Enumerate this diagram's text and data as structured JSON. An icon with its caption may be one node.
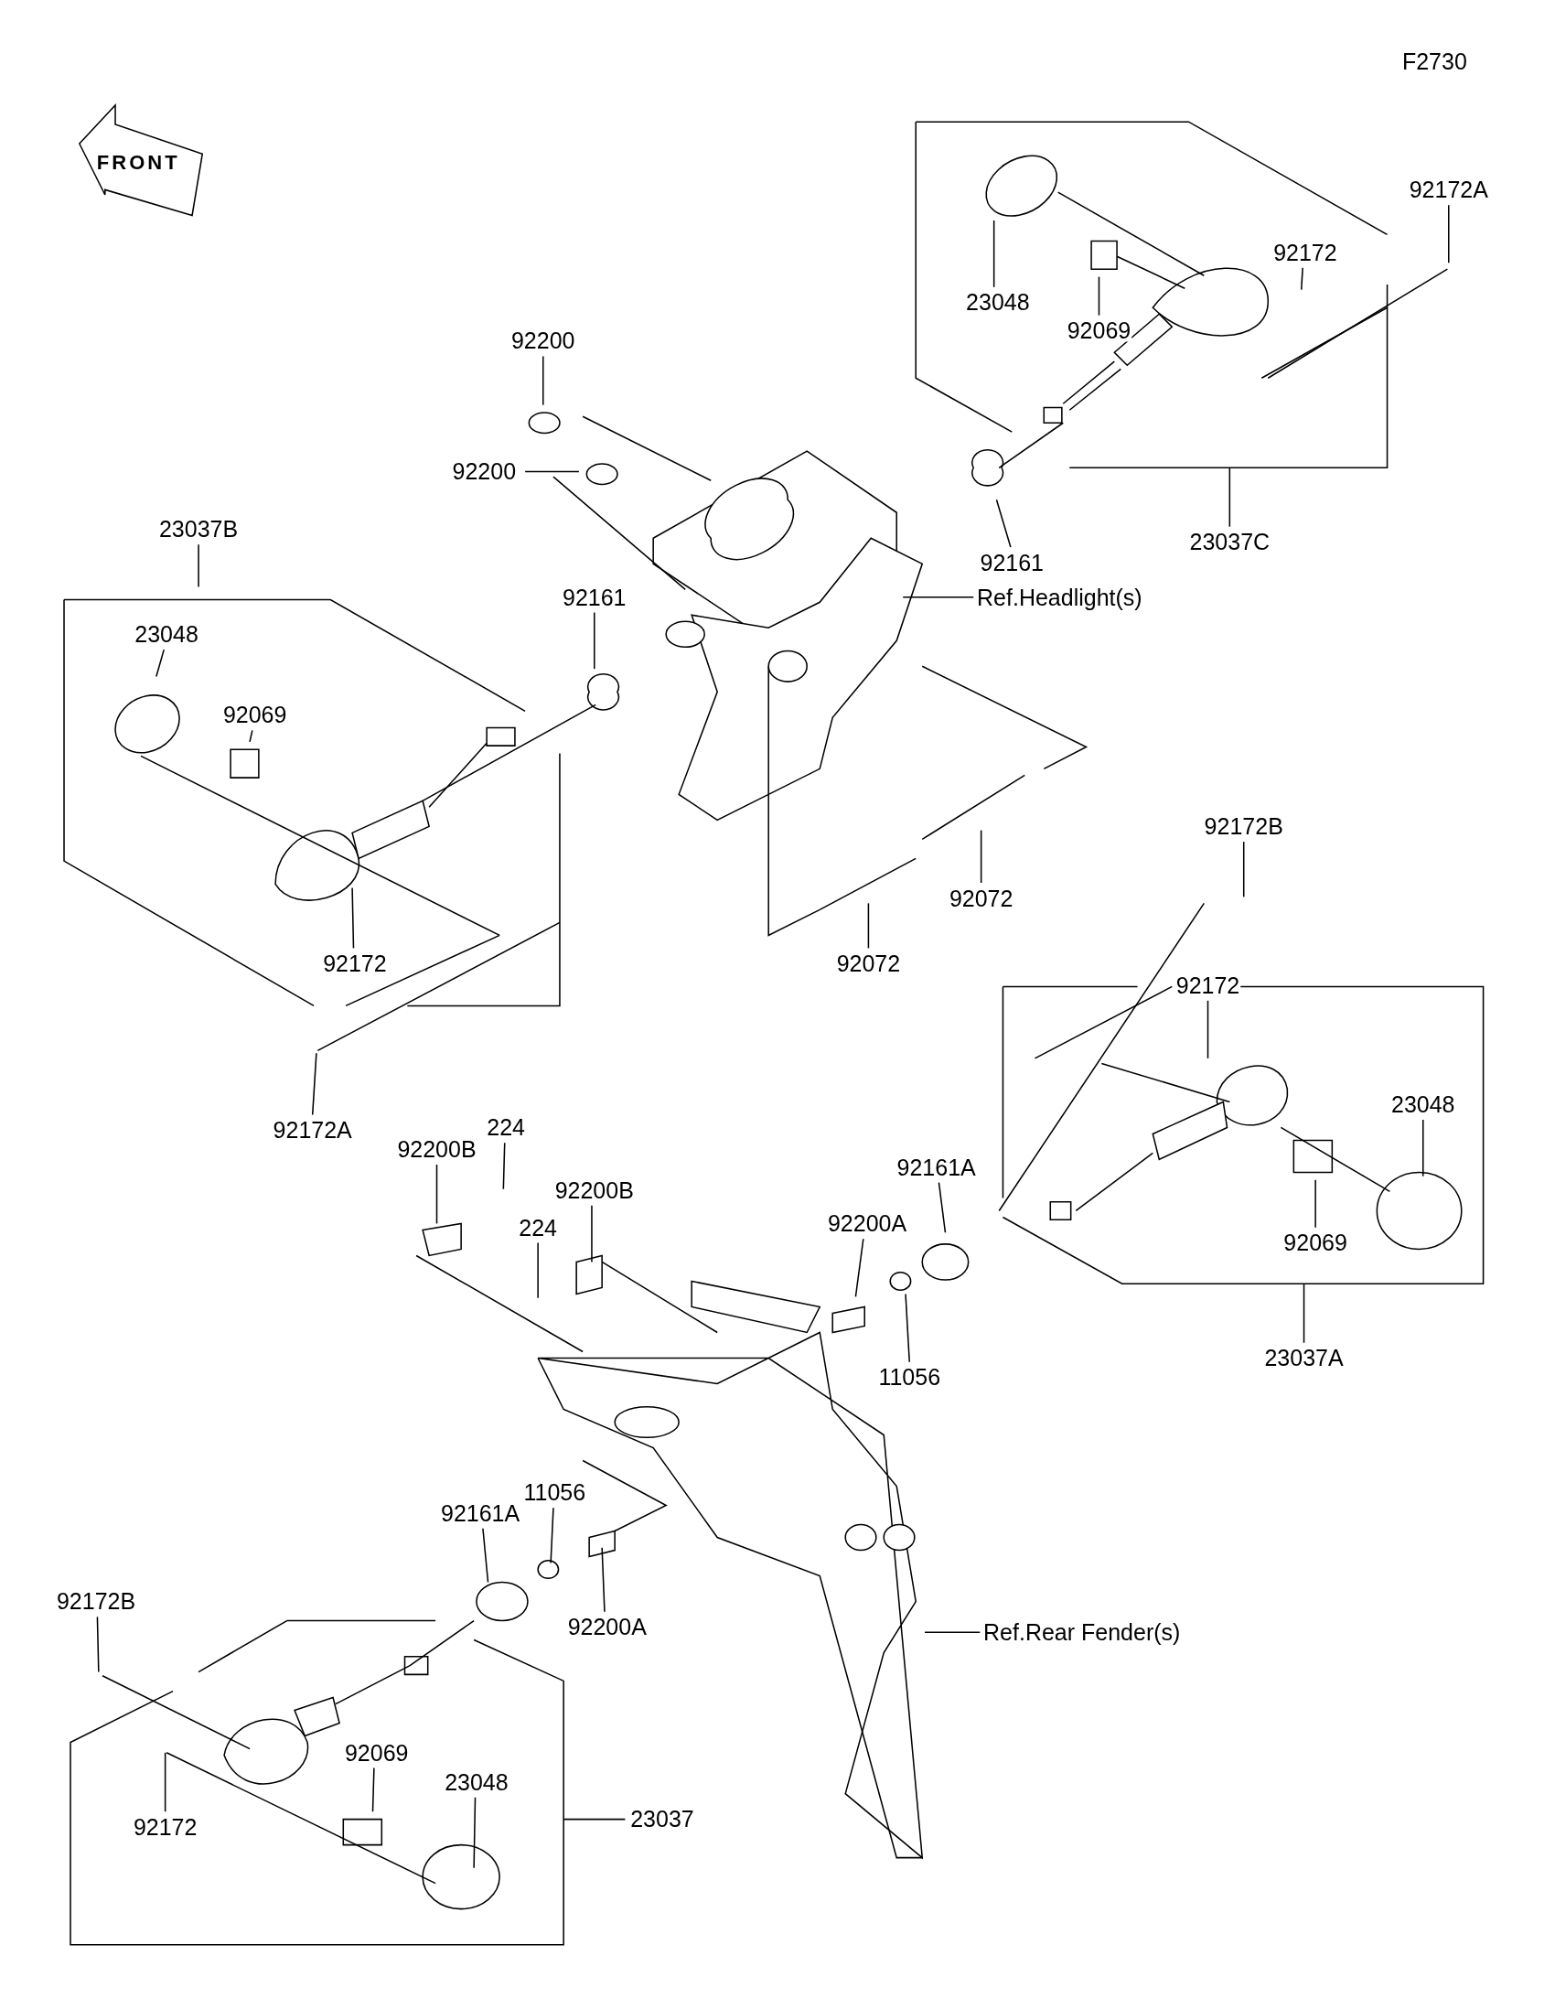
{
  "diagram": {
    "nodes": [
      {
        "text": [
          "23048"
        ]
      },
      {
        "text": [
          "92069"
        ]
      },
      {
        "text": [
          "92172"
        ]
      },
      {
        "text": [
          "92172A"
        ]
      },
      {
        "text": [
          "92200"
        ]
      },
      {
        "text": [
          "92200"
        ]
      },
      {
        "text": [
          "23037C"
        ]
      },
      {
        "text": [
          "92161"
        ]
      },
      {
        "text": [
          "Ref.Headlight(s)"
        ]
      },
      {
        "text": [
          "23037B"
        ]
      },
      {
        "text": [
          "23048"
        ]
      },
      {
        "text": [
          "92069"
        ]
      },
      {
        "text": [
          "92161"
        ]
      },
      {
        "text": [
          "92072"
        ]
      },
      {
        "text": [
          "92172"
        ]
      },
      {
        "text": [
          "92072"
        ]
      },
      {
        "text": [
          "92172B"
        ]
      },
      {
        "text": [
          "92172A"
        ]
      },
      {
        "text": [
          "92172"
        ]
      },
      {
        "text": [
          "23048"
        ]
      },
      {
        "text": [
          "92200B"
        ]
      },
      {
        "text": [
          "224"
        ]
      },
      {
        "text": [
          "92161A"
        ]
      },
      {
        "text": [
          "92200B"
        ]
      },
      {
        "text": [
          "224"
        ]
      },
      {
        "text": [
          "92200A"
        ]
      },
      {
        "text": [
          "92069"
        ]
      },
      {
        "text": [
          "11056"
        ]
      },
      {
        "text": [
          "23037A"
        ]
      },
      {
        "text": [
          "11056"
        ]
      },
      {
        "text": [
          "92161A"
        ]
      },
      {
        "text": [
          "92200A"
        ]
      },
      {
        "text": [
          "92172B"
        ]
      },
      {
        "text": [
          "Ref.Rear Fender(s)"
        ]
      },
      {
        "text": [
          "92069"
        ]
      },
      {
        "text": [
          "23048"
        ]
      },
      {
        "text": [
          "92172"
        ]
      },
      {
        "text": [
          "23037"
        ]
      }
    ],
    "edges": [
      {
        "from": 0,
        "to": null,
        "arrow": "none"
      },
      {
        "from": 1,
        "to": null,
        "arrow": "none"
      },
      {
        "from": 2,
        "to": null,
        "arrow": "none"
      },
      {
        "from": 3,
        "to": null,
        "arrow": "none"
      },
      {
        "from": 4,
        "to": null,
        "arrow": "none"
      },
      {
        "from": 5,
        "to": null,
        "arrow": "none"
      },
      {
        "from": 6,
        "to": null,
        "arrow": "none"
      },
      {
        "from": 7,
        "to": null,
        "arrow": "none"
      },
      {
        "from": 8,
        "to": null,
        "arrow": "none"
      },
      {
        "from": 9,
        "to": null,
        "arrow": "none"
      },
      {
        "from": 10,
        "to": null,
        "arrow": "none"
      },
      {
        "from": 11,
        "to": null,
        "arrow": "none"
      },
      {
        "from": 12,
        "to": null,
        "arrow": "none"
      },
      {
        "from": 13,
        "to": null,
        "arrow": "none"
      },
      {
        "from": 14,
        "to": null,
        "arrow": "none"
      },
      {
        "from": 15,
        "to": null,
        "arrow": "none"
      },
      {
        "from": 16,
        "to": null,
        "arrow": "none"
      },
      {
        "from": 17,
        "to": null,
        "arrow": "none"
      },
      {
        "from": 18,
        "to": null,
        "arrow": "none"
      },
      {
        "from": 19,
        "to": null,
        "arrow": "none"
      },
      {
        "from": 20,
        "to": null,
        "arrow": "none"
      },
      {
        "from": 21,
        "to": null,
        "arrow": "none"
      },
      {
        "from": 22,
        "to": null,
        "arrow": "none"
      },
      {
        "from": 23,
        "to": null,
        "arrow": "none"
      },
      {
        "from": 24,
        "to": null,
        "arrow": "none"
      },
      {
        "from": 25,
        "to": null,
        "arrow": "none"
      },
      {
        "from": 26,
        "to": null,
        "arrow": "none"
      },
      {
        "from": 27,
        "to": null,
        "arrow": "none"
      },
      {
        "from": 28,
        "to": null,
        "arrow": "none"
      },
      {
        "from": 29,
        "to": null,
        "arrow": "none"
      },
      {
        "from": 30,
        "to": null,
        "arrow": "none"
      },
      {
        "from": 31,
        "to": null,
        "arrow": "none"
      },
      {
        "from": 32,
        "to": null,
        "arrow": "none"
      },
      {
        "from": 33,
        "to": null,
        "arrow": "none"
      },
      {
        "from": 34,
        "to": null,
        "arrow": "none"
      },
      {
        "from": 35,
        "to": null,
        "arrow": "none"
      },
      {
        "from": 36,
        "to": null,
        "arrow": "none"
      },
      {
        "from": 37,
        "to": null,
        "arrow": "none"
      }
    ],
    "labels": [
      "F2730",
      "FRONT"
    ]
  }
}
